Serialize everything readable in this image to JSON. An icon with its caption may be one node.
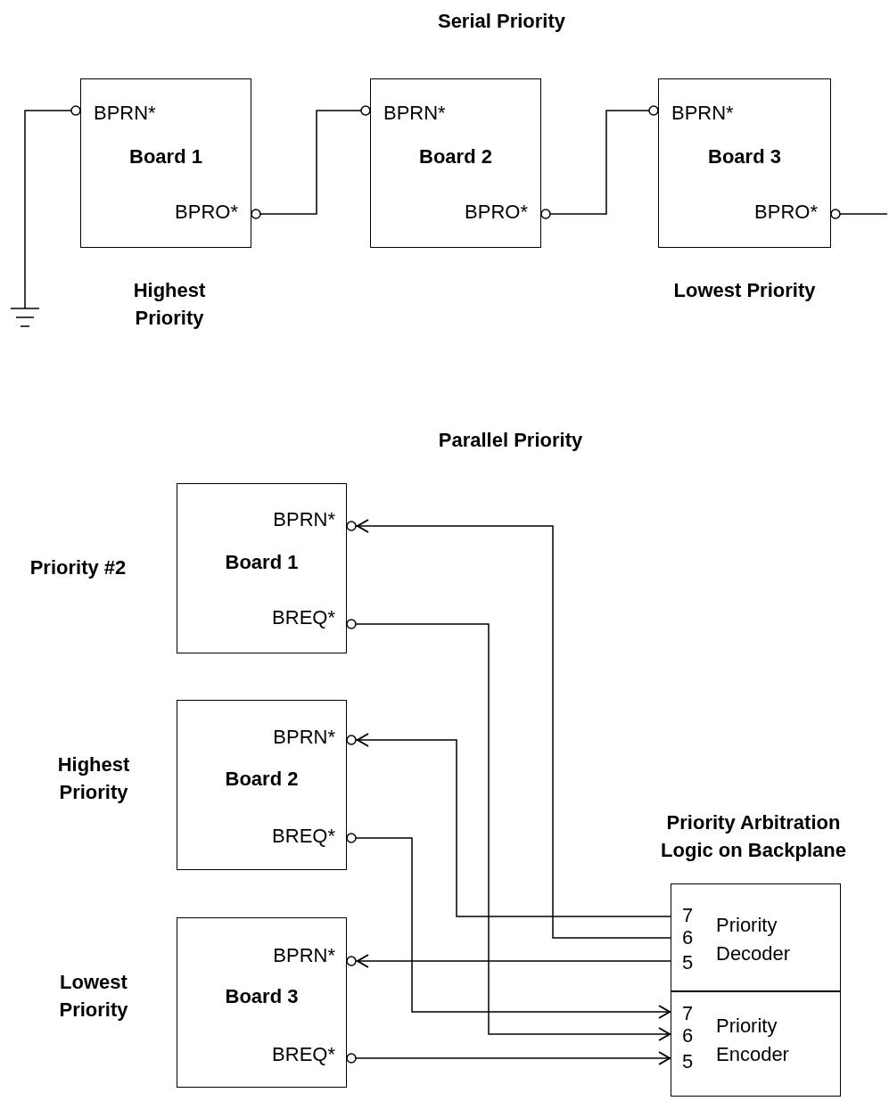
{
  "diagram": {
    "nodes": [
      {
        "text": [
          "BPRN*",
          "Board 1",
          "BPRO*"
        ],
        "beside": [
          "Highest Priority"
        ]
      },
      {
        "text": [
          "BPRN*",
          "Board 2",
          "BPRO*"
        ]
      },
      {
        "text": [
          "BPRN*",
          "Board 3",
          "BPRO*"
        ],
        "beside": [
          "Lowest Priority"
        ]
      },
      {
        "text": [],
        "shape": "ground"
      },
      {
        "text": [
          "BPRN*",
          "Board 1",
          "BREQ*"
        ],
        "beside": [
          "Priority #2"
        ]
      },
      {
        "text": [
          "BPRN*",
          "Board 2",
          "BREQ*"
        ],
        "beside": [
          "Highest Priority"
        ]
      },
      {
        "text": [
          "BPRN*",
          "Board 3",
          "BREQ*"
        ],
        "beside": [
          "Lowest Priority"
        ]
      },
      {
        "text": [
          "Priority Arbitration Logic on Backplane"
        ]
      },
      {
        "text": [
          "7",
          "6",
          "5",
          "Priority Decoder"
        ],
        "in": 7
      },
      {
        "text": [
          "7",
          "6",
          "5",
          "Priority Encoder"
        ],
        "in": 7
      }
    ],
    "edges": [
      {
        "from": 3,
        "to": 0,
        "arrow": "other"
      },
      {
        "from": 0,
        "to": 1,
        "arrow": "other"
      },
      {
        "from": 1,
        "to": 2,
        "arrow": "other"
      },
      {
        "from": 2,
        "to": null,
        "arrow": "other"
      },
      {
        "from": 8,
        "to": 4,
        "arrow": "to"
      },
      {
        "from": 4,
        "to": 9,
        "arrow": "to"
      },
      {
        "from": 8,
        "to": 5,
        "arrow": "to"
      },
      {
        "from": 5,
        "to": 9,
        "arrow": "to"
      },
      {
        "from": 8,
        "to": 6,
        "arrow": "to"
      },
      {
        "from": 6,
        "to": 9,
        "arrow": "to"
      }
    ],
    "labels": [
      "Serial Priority",
      "Parallel Priority"
    ]
  }
}
